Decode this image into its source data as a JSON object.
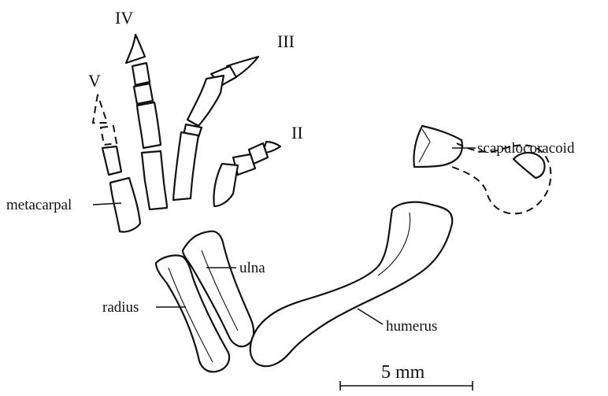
{
  "digits": {
    "IV": "IV",
    "III": "III",
    "V": "V",
    "II": "II"
  },
  "labels": {
    "metacarpal": "metacarpal",
    "ulna": "ulna",
    "radius": "radius",
    "humerus": "humerus",
    "scapulocoracoid": "scapulocoracoid"
  },
  "scale_bar": {
    "label": "5 mm"
  }
}
